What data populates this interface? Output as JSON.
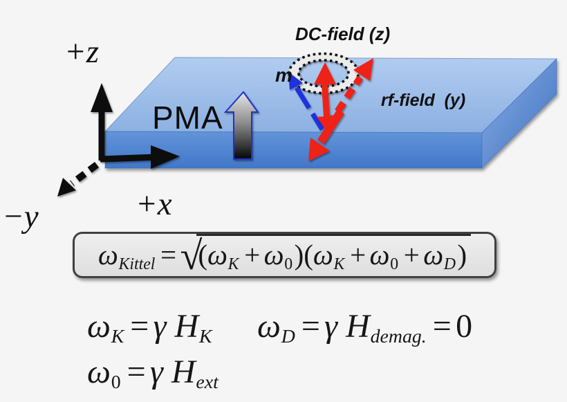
{
  "colors": {
    "background": "#f5f5f6",
    "slab_top_a": "#b1ccf0",
    "slab_top_b": "#8cb0e2",
    "slab_front_a": "#6394d9",
    "slab_front_b": "#4177c9",
    "slab_side_a": "#8aaee2",
    "slab_side_b": "#3d70c2",
    "slab_edge": "#3c6cb4",
    "axis_black": "#0a0a0a",
    "pma_grad_a": "#e6e6e6",
    "pma_grad_b": "#8f8f8f",
    "pma_grad_c": "#050505",
    "pma_outline": "#2030c8",
    "ring_fill": "#ececec",
    "ring_dots": "#0a0a0a",
    "arrow_red": "#ee2016",
    "arrow_blue": "#1c32e0",
    "eq_box_fill_a": "#efefef",
    "eq_box_fill_b": "#dedede",
    "eq_box_border": "#404040",
    "text_black": "#111111"
  },
  "labels": {
    "axis_z": "+z",
    "axis_x": "+x",
    "axis_neg_y": "−y",
    "pma": "PMA",
    "dc_field": "DC-field (z)",
    "rf_field": "rf-field  (y)",
    "magnetization": "m"
  },
  "equations": {
    "kittel": {
      "tokens": [
        {
          "t": "ω",
          "sub": "Kittel"
        },
        {
          "t": "=",
          "up": 1,
          "cls": "op"
        },
        {
          "rad": 1,
          "tokens": [
            {
              "t": "(",
              "up": 1
            },
            {
              "t": "ω",
              "sub": "K"
            },
            {
              "t": "+",
              "up": 1,
              "cls": "op"
            },
            {
              "t": "ω",
              "sub": "0",
              "subUp": 1
            },
            {
              "t": ")(",
              "up": 1
            },
            {
              "t": "ω",
              "sub": "K"
            },
            {
              "t": "+",
              "up": 1,
              "cls": "op"
            },
            {
              "t": "ω",
              "sub": "0",
              "subUp": 1
            },
            {
              "t": "+",
              "up": 1,
              "cls": "op"
            },
            {
              "t": "ω",
              "sub": "D"
            },
            {
              "t": ")",
              "up": 1
            }
          ]
        }
      ]
    },
    "omega_K": {
      "tokens": [
        {
          "t": "ω",
          "sub": "K"
        },
        {
          "t": "=",
          "up": 1,
          "cls": "op"
        },
        {
          "t": "γ"
        },
        {
          "t": "H",
          "sub": "K",
          "cls": "sp"
        }
      ]
    },
    "omega_D": {
      "tokens": [
        {
          "t": "ω",
          "sub": "D"
        },
        {
          "t": "=",
          "up": 1,
          "cls": "op"
        },
        {
          "t": "γ"
        },
        {
          "t": "H",
          "sub": "demag.",
          "cls": "sp"
        },
        {
          "t": "=",
          "up": 1,
          "cls": "op"
        },
        {
          "t": "0",
          "up": 1
        }
      ]
    },
    "omega_0": {
      "tokens": [
        {
          "t": "ω",
          "sub": "0",
          "subUp": 1
        },
        {
          "t": "=",
          "up": 1,
          "cls": "op"
        },
        {
          "t": "γ"
        },
        {
          "t": "H",
          "sub": "ext",
          "cls": "sp"
        }
      ]
    }
  }
}
